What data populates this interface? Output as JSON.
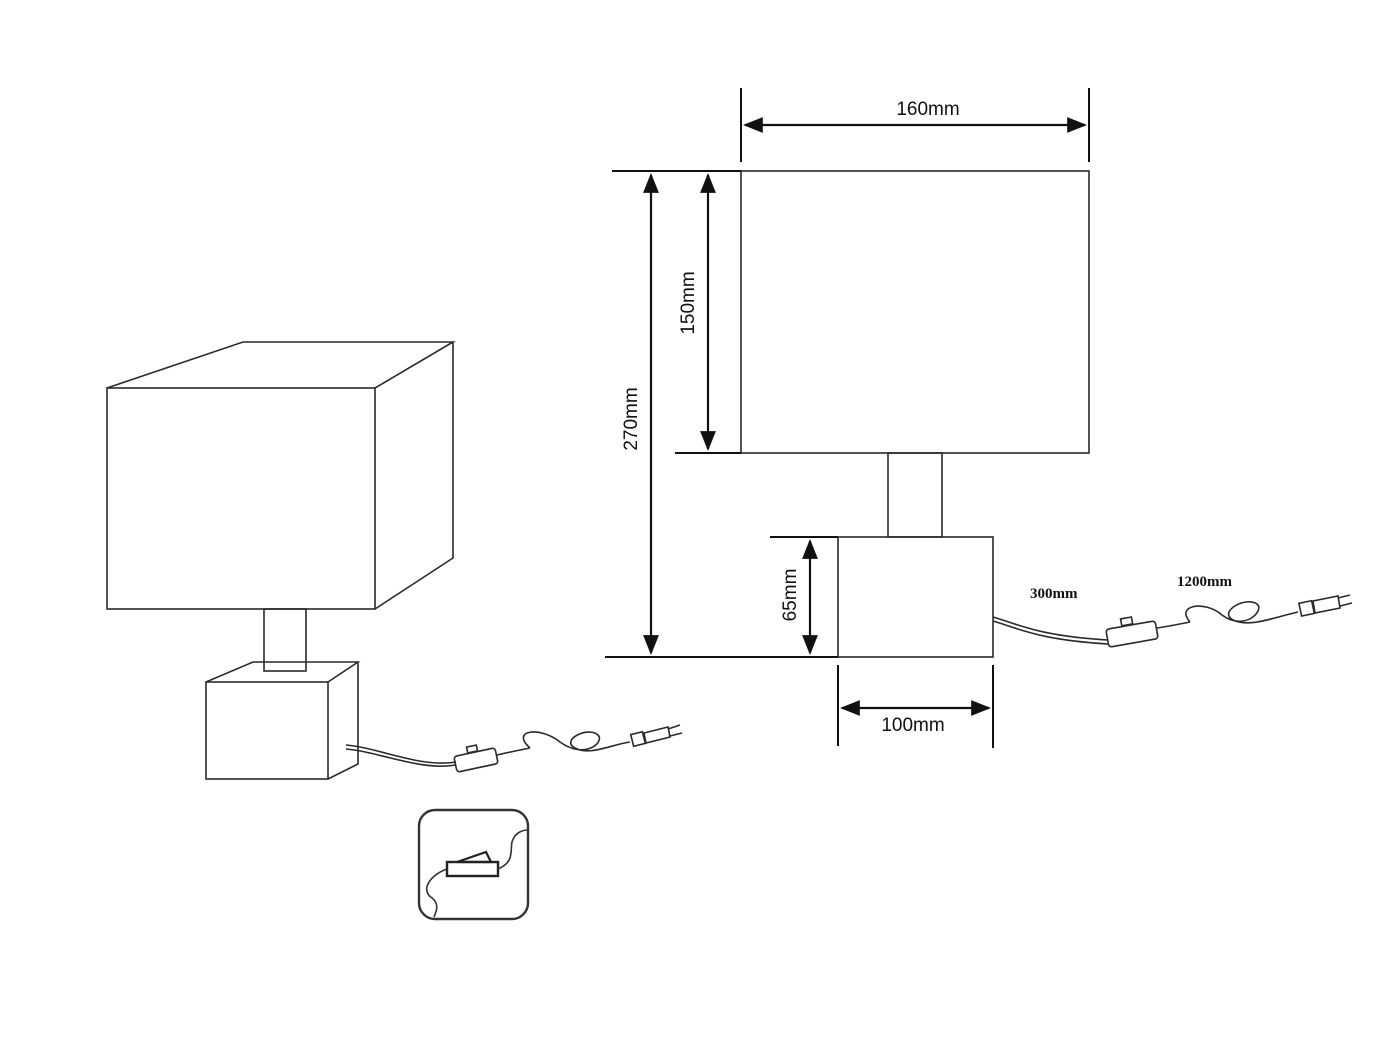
{
  "diagram": {
    "dimensions": {
      "shade_width": "160mm",
      "shade_height": "150mm",
      "total_height": "270mm",
      "base_height": "65mm",
      "base_width": "100mm",
      "cable_to_switch": "300mm",
      "cable_to_plug": "1200mm"
    },
    "icons": [
      "perspective-lamp-icon",
      "front-lamp-icon",
      "inline-switch-icon",
      "plug-icon",
      "switch-badge-icon"
    ],
    "colors": {
      "stroke": "#1a1a1a",
      "background": "#ffffff"
    }
  }
}
